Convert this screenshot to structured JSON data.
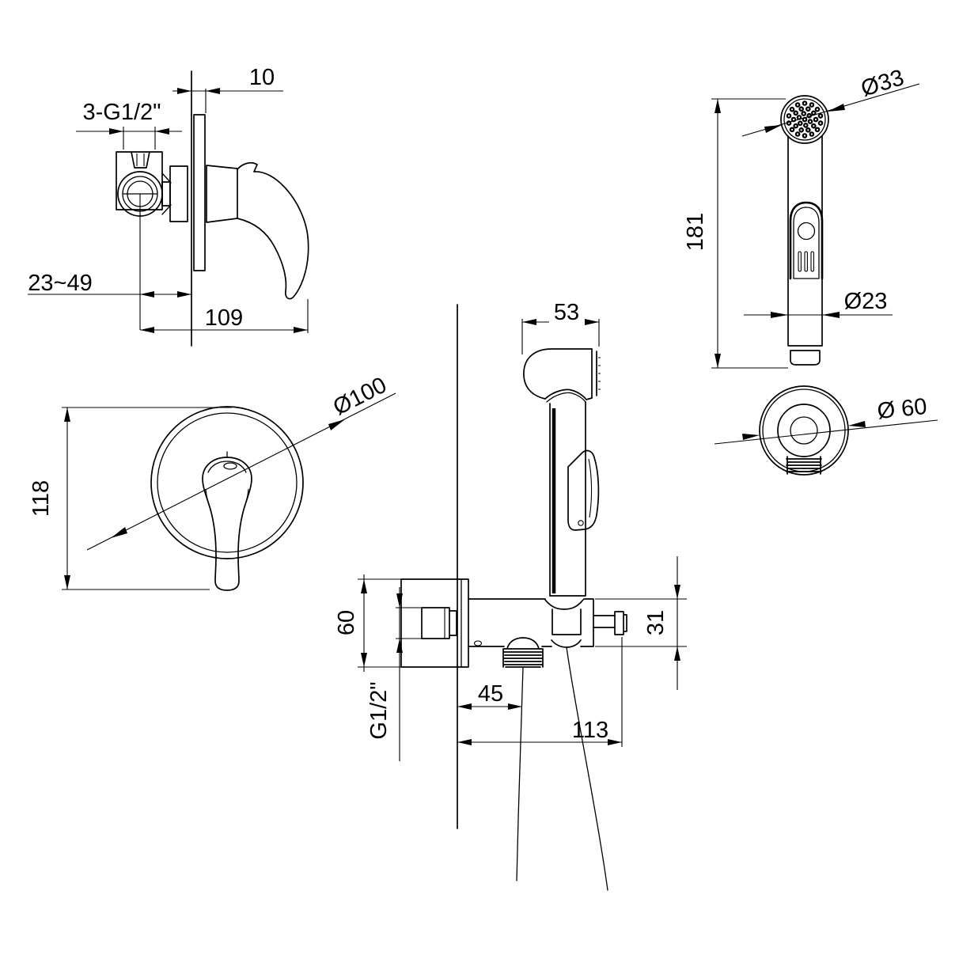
{
  "page": {
    "paper_color": "#ffffff",
    "ink_color": "#000000"
  },
  "views": {
    "valve_side": {
      "dim_plate_offset": "10",
      "dim_ports": "3-G1/2\"",
      "dim_depth_range": "23~49",
      "dim_handle_length": "109"
    },
    "valve_front": {
      "dim_plate_diameter": "Ø100",
      "dim_total_height": "118"
    },
    "sprayer_front": {
      "dim_head_diameter": "Ø33",
      "dim_length": "181",
      "dim_handle_diameter": "Ø23"
    },
    "holder_top": {
      "dim_diameter": "Ø 60"
    },
    "assembly_side": {
      "dim_head_width": "53",
      "dim_bracket_height": "60",
      "dim_wall_thread": "G1/2\"",
      "dim_outlet_offset": "45",
      "dim_knob_offset": "113",
      "dim_body_height": "31"
    }
  }
}
